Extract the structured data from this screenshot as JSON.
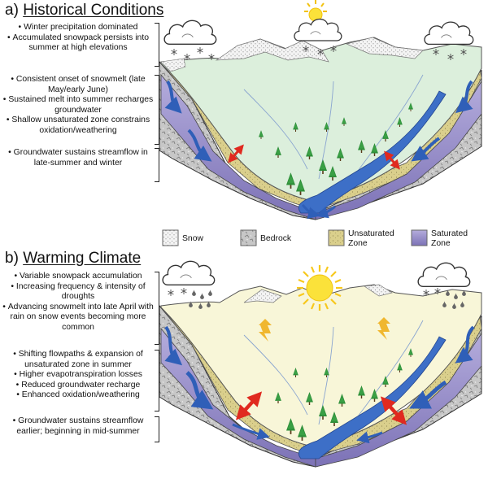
{
  "panel_a": {
    "title_prefix": "a)",
    "title_text": "Historical Conditions",
    "groups": [
      [
        "Winter precipitation dominated",
        "Accumulated snowpack persists into summer at high elevations"
      ],
      [
        "Consistent onset of snowmelt (late May/early June)",
        "Sustained melt into summer recharges groundwater",
        "Shallow unsaturated zone constrains oxidation/weathering"
      ],
      [
        "Groundwater sustains streamflow in late-summer and winter"
      ]
    ]
  },
  "panel_b": {
    "title_prefix": "b)",
    "title_text": "Warming Climate",
    "groups": [
      [
        "Variable snowpack accumulation",
        "Increasing frequency & intensity of droughts",
        "Advancing snowmelt into late April with rain on snow events becoming more common"
      ],
      [
        "Shifting flowpaths & expansion of unsaturated zone in summer",
        "Higher evapotranspiration losses",
        "Reduced groundwater recharge",
        "Enhanced oxidation/weathering"
      ],
      [
        "Groundwater sustains streamflow earlier; beginning in mid-summer"
      ]
    ]
  },
  "legend": {
    "snow": "Snow",
    "bedrock": "Bedrock",
    "unsaturated_line1": "Unsaturated",
    "unsaturated_line2": "Zone",
    "saturated_line1": "Saturated",
    "saturated_line2": "Zone"
  },
  "colors": {
    "sky_historical": "#dcefdc",
    "sky_warming": "#f8f6d8",
    "unsaturated_zone": "#d9cf8a",
    "saturated_zone": "#9b92cc",
    "bedrock": "#c8c8c8",
    "snow": "#f2f2f2",
    "stream": "#3d6fc7",
    "tree": "#2f8f3a",
    "exchange_arrow": "#e02a1f",
    "sun": "#fbe23a",
    "heat_symbol": "#f0b72f"
  },
  "icons": [
    "cloud-icon",
    "snowflake-icon",
    "rain-drop-icon",
    "sun-icon",
    "tree-icon",
    "heat-wave-icon",
    "flow-arrow-icon",
    "exchange-arrow-icon"
  ]
}
